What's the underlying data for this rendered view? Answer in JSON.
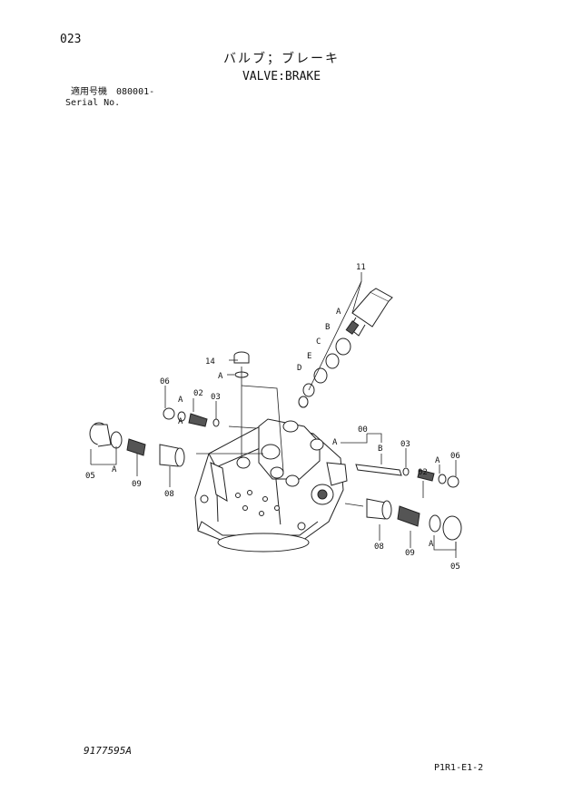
{
  "header": {
    "page_number": "023",
    "title_jp": "バルブ；ブレーキ",
    "title_en": "VALVE:BRAKE",
    "serial_label_jp": "適用号機",
    "serial_value": "080001-",
    "serial_label_en": "Serial No."
  },
  "footer": {
    "document_number": "9177595A",
    "page_code": "P1R1-E1-2"
  },
  "callouts": {
    "p00": "00",
    "p02a": "02",
    "p02b": "02",
    "p03a": "03",
    "p03b": "03",
    "p05a": "05",
    "p05b": "05",
    "p06a": "06",
    "p06b": "06",
    "p08a": "08",
    "p08b": "08",
    "p09a": "09",
    "p09b": "09",
    "p11": "11",
    "p14": "14",
    "A1": "A",
    "A2": "A",
    "A3": "A",
    "A4": "A",
    "A5": "A",
    "A6": "A",
    "A7": "A",
    "A8": "A",
    "B1": "B",
    "B2": "B",
    "C": "C",
    "D": "D",
    "E": "E"
  }
}
